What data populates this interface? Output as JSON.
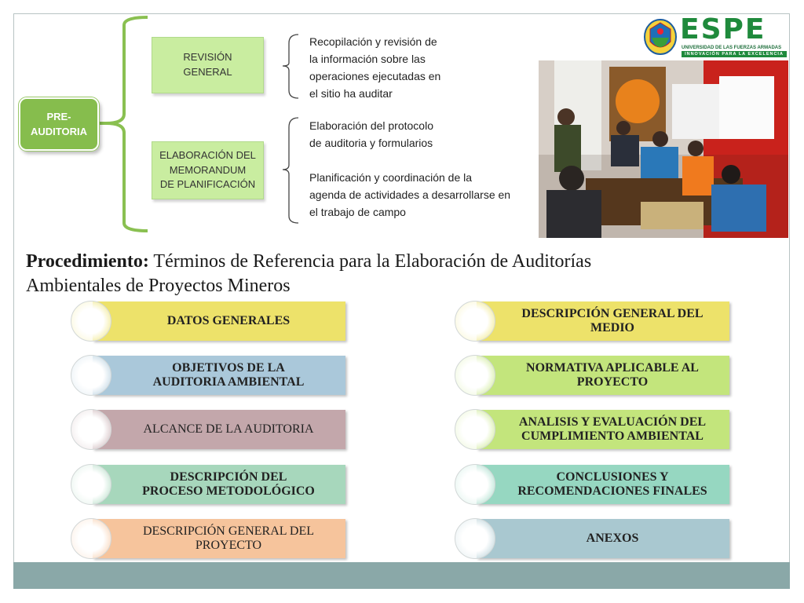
{
  "pre_auditoria": {
    "label_line1": "PRE-",
    "label_line2": "AUDITORIA"
  },
  "revision": {
    "line1": "REVISIÓN",
    "line2": "GENERAL"
  },
  "memorandum": {
    "line1": "ELABORACIÓN DEL",
    "line2": "MEMORANDUM",
    "line3": "DE PLANIFICACIÓN"
  },
  "revision_desc": [
    "Recopilación y revisión de",
    "la información sobre las",
    "operaciones ejecutadas en",
    "el sitio ha auditar"
  ],
  "memo_desc_1": [
    "Elaboración del protocolo",
    "de auditoria y formularios"
  ],
  "memo_desc_2": [
    "Planificación y coordinación de la",
    "agenda de actividades a desarrollarse en",
    "el trabajo de campo"
  ],
  "logo": {
    "name": "ESPE",
    "subtitle": "UNIVERSIDAD DE LAS FUERZAS ARMADAS",
    "tagline": "INNOVACIÓN PARA LA EXCELENCIA"
  },
  "procedure": {
    "bold": "Procedimiento:",
    "rest_line1": " Términos de Referencia para la Elaboración de Auditorías",
    "line2": "Ambientales de Proyectos Mineros"
  },
  "left_items": [
    {
      "l1": "DATOS GENERALES",
      "l2": "",
      "color": "#ede26a",
      "bold": true
    },
    {
      "l1": "OBJETIVOS DE LA",
      "l2": "AUDITORIA AMBIENTAL",
      "color": "#aac8da",
      "bold": true
    },
    {
      "l1": "ALCANCE DE LA AUDITORIA",
      "l2": "",
      "color": "#c3a7ab",
      "bold": false
    },
    {
      "l1": "DESCRIPCIÓN DEL",
      "l2": "PROCESO METODOLÓGICO",
      "color": "#a7d7bc",
      "bold": true
    },
    {
      "l1": "DESCRIPCIÓN GENERAL DEL",
      "l2": "PROYECTO",
      "color": "#f6c49c",
      "bold": false
    }
  ],
  "right_items": [
    {
      "l1": "DESCRIPCIÓN GENERAL DEL",
      "l2": "MEDIO",
      "color": "#ede26a",
      "bold": true
    },
    {
      "l1": "NORMATIVA APLICABLE AL",
      "l2": "PROYECTO",
      "color": "#c3e57c",
      "bold": true
    },
    {
      "l1": "ANALISIS Y EVALUACIÓN DEL",
      "l2": "CUMPLIMIENTO AMBIENTAL",
      "color": "#c3e57c",
      "bold": true
    },
    {
      "l1": "CONCLUSIONES Y",
      "l2": "RECOMENDACIONES FINALES",
      "color": "#96d7c1",
      "bold": true
    },
    {
      "l1": "ANEXOS",
      "l2": "",
      "color": "#a9c8d0",
      "bold": true
    }
  ]
}
